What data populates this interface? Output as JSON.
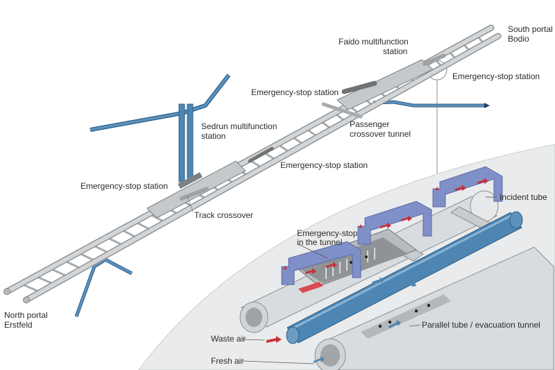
{
  "labels": {
    "south_portal": [
      "South portal",
      "Bodio"
    ],
    "faido": [
      "Faido multifunction",
      "station"
    ],
    "ess_top_right": "Emergency-stop station",
    "ess_top_center": "Emergency-stop station",
    "sedrun": [
      "Sedrun multifunction",
      "station"
    ],
    "passenger_crossover": [
      "Passenger",
      "crossover tunnel"
    ],
    "ess_middle": "Emergency-stop station",
    "ess_left": "Emergency-stop station",
    "track_crossover": "Track crossover",
    "incident_tube": "Incident tube",
    "ess_in_tunnel": [
      "Emergency-stop",
      "in the tunnel"
    ],
    "north_portal": [
      "North portal",
      "Erstfeld"
    ],
    "parallel_tube": "Parallel tube / evacuation tunnel",
    "waste_air": "Waste air",
    "fresh_air": "Fresh air"
  },
  "colors": {
    "tunnel_gray": "#cfd2d4",
    "tunnel_outline": "#7d8184",
    "shaft_blue": "#4e86b3",
    "shaft_blue_dark": "#2f5e86",
    "inset_bg": "#e9ebec",
    "air_red": "#c8323c",
    "callout": "#9a9ea1"
  }
}
